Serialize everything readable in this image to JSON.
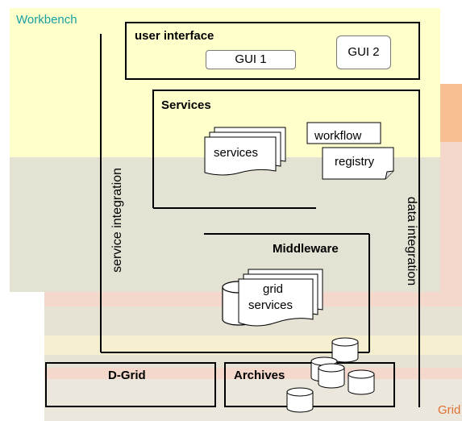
{
  "labels": {
    "workbench": "Workbench",
    "grid": "Grid",
    "user_interface": "user interface",
    "gui1": "GUI 1",
    "gui2": "GUI 2",
    "services_title": "Services",
    "services_doc": "services",
    "workflow": "workflow",
    "registry": "registry",
    "service_integration": "service integration",
    "data_integration": "data integration",
    "middleware": "Middleware",
    "grid_services_line1": "grid",
    "grid_services_line2": "services",
    "dgrid": "D-Grid",
    "archives": "Archives"
  },
  "colors": {
    "workbench_fill": "#ffffcc",
    "grid_fill": "#f5d5c5",
    "grid_orange": "#f9c59a",
    "grey_overlay": "#e2ded0",
    "workbench_label": "#1aa0a0",
    "grid_label": "#e07030"
  }
}
